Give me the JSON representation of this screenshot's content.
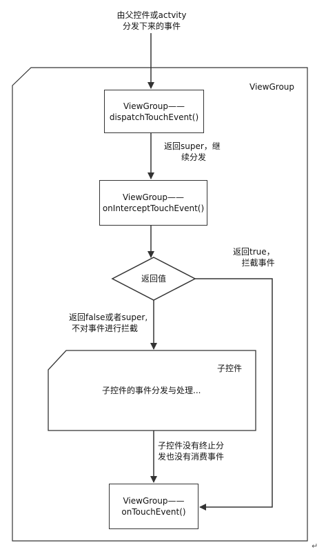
{
  "top_label": [
    "由父控件或actvity",
    "分发下来的事件"
  ],
  "container_label": "ViewGroup",
  "dispatch_box": [
    "ViewGroup——",
    "dispatchTouchEvent()"
  ],
  "label_super": [
    "返回super，继",
    "续分发"
  ],
  "intercept_box": [
    "ViewGroup——",
    "onInterceptTouchEvent()"
  ],
  "label_true": [
    "返回true，",
    "拦截事件"
  ],
  "decision": "返回值",
  "label_false": [
    "返回false或者super,",
    "不对事件进行拦截"
  ],
  "child_label": "子控件",
  "child_text": "子控件的事件分发与处理...",
  "label_not_consumed": [
    "子控件没有终止分",
    "发也没有消费事件"
  ],
  "touch_box": [
    "ViewGroup——",
    "onTouchEvent()"
  ],
  "return_mark": "↵"
}
